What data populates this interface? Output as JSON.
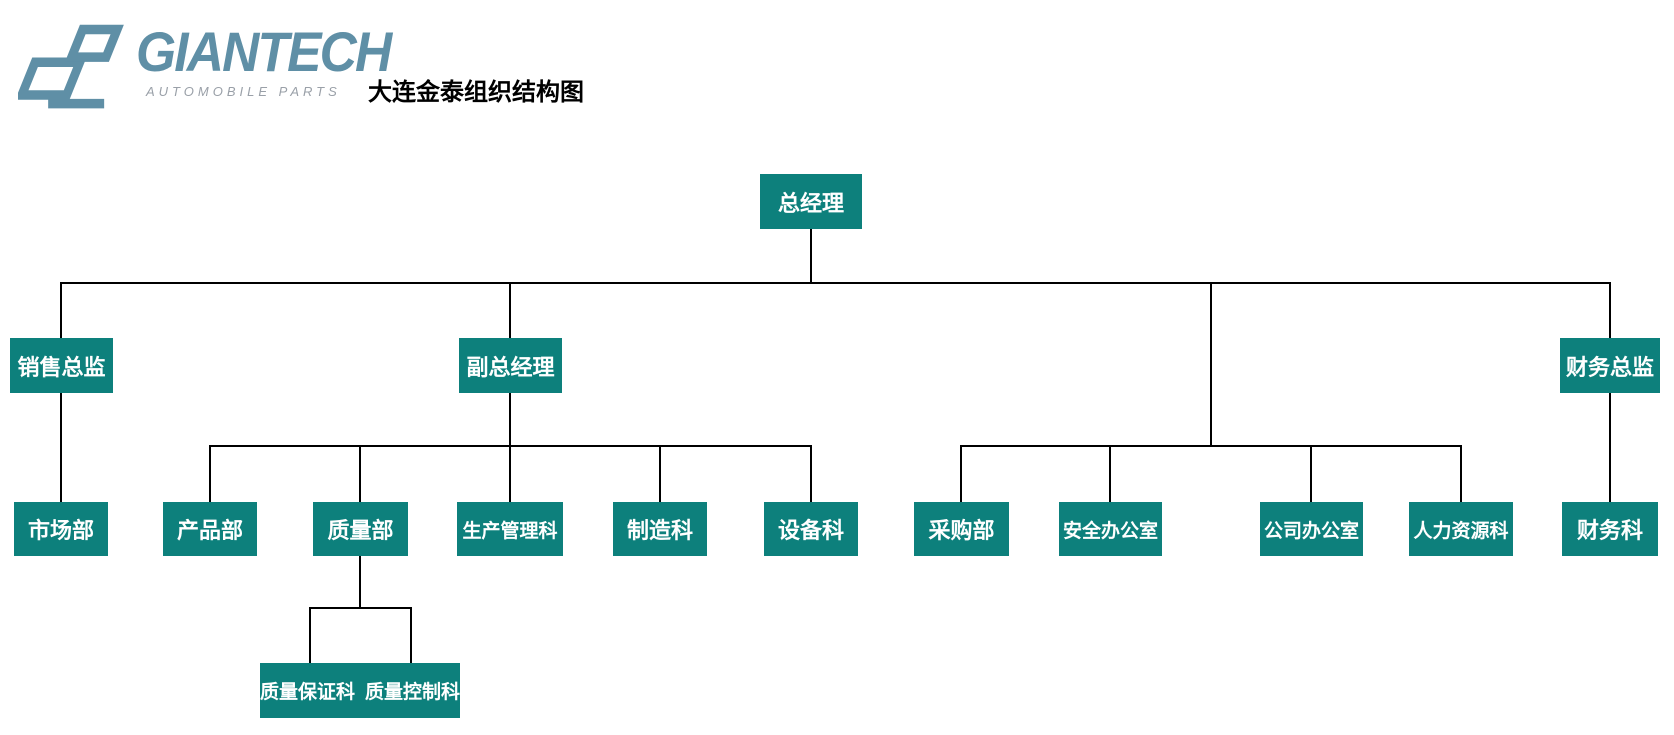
{
  "header": {
    "logo": {
      "brand": "GIANTECH",
      "tagline": "AUTOMOBILE PARTS",
      "brand_color": "#5f8fa6",
      "tagline_color": "#9aa0a8"
    },
    "title": "大连金泰组织结构图"
  },
  "org": {
    "node_fill_color": "#0d807c",
    "node_text_color": "#ffffff",
    "connector_color": "#000000",
    "nodes": [
      {
        "id": "general-manager",
        "label": "总经理",
        "parent": null
      },
      {
        "id": "sales-director",
        "label": "销售总监",
        "parent": "general-manager"
      },
      {
        "id": "deputy-general-manager",
        "label": "副总经理",
        "parent": "general-manager"
      },
      {
        "id": "finance-director",
        "label": "财务总监",
        "parent": "general-manager"
      },
      {
        "id": "marketing-dept",
        "label": "市场部",
        "parent": "sales-director"
      },
      {
        "id": "product-dept",
        "label": "产品部",
        "parent": "deputy-general-manager"
      },
      {
        "id": "quality-dept",
        "label": "质量部",
        "parent": "deputy-general-manager"
      },
      {
        "id": "production-management",
        "label": "生产管理科",
        "parent": "deputy-general-manager"
      },
      {
        "id": "manufacturing-section",
        "label": "制造科",
        "parent": "deputy-general-manager"
      },
      {
        "id": "equipment-section",
        "label": "设备科",
        "parent": "deputy-general-manager"
      },
      {
        "id": "purchasing-dept",
        "label": "采购部",
        "parent": "general-manager"
      },
      {
        "id": "safety-office",
        "label": "安全办公室",
        "parent": "general-manager"
      },
      {
        "id": "company-office",
        "label": "公司办公室",
        "parent": "general-manager"
      },
      {
        "id": "hr-dept",
        "label": "人力资源科",
        "parent": "general-manager"
      },
      {
        "id": "finance-section",
        "label": "财务科",
        "parent": "finance-director"
      },
      {
        "id": "quality-assurance",
        "label": "质量保证科",
        "parent": "quality-dept"
      },
      {
        "id": "quality-control",
        "label": "质量控制科",
        "parent": "quality-dept"
      }
    ]
  }
}
